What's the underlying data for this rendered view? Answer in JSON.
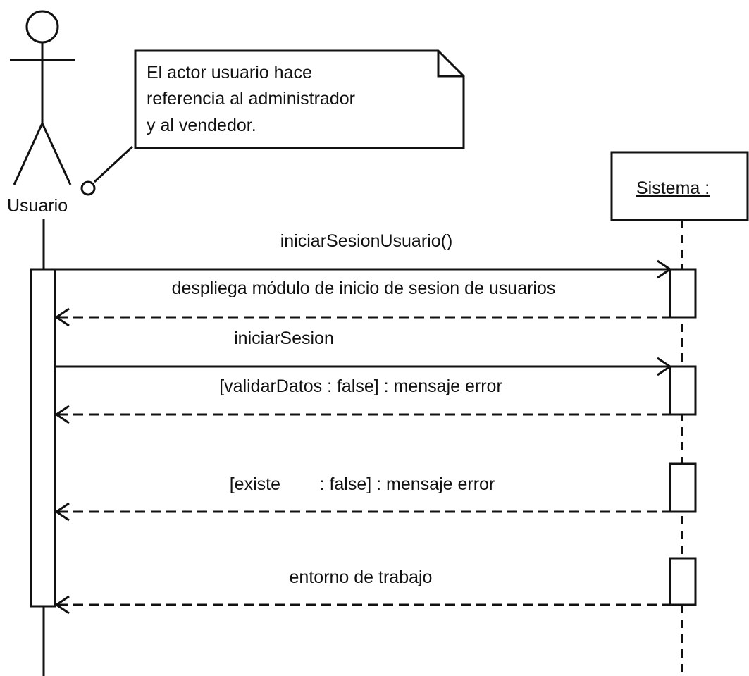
{
  "actor": {
    "name": "Usuario"
  },
  "system": {
    "name": "Sistema :"
  },
  "note": {
    "lines": [
      "El actor usuario hace",
      "referencia al administrador",
      "y al vendedor."
    ]
  },
  "messages": [
    {
      "label": "iniciarSesionUsuario()",
      "kind": "call"
    },
    {
      "label": "despliega módulo de inicio de sesion de usuarios",
      "kind": "return"
    },
    {
      "label": "iniciarSesion",
      "kind": "call"
    },
    {
      "label": "[validarDatos : false] : mensaje error",
      "kind": "return"
    },
    {
      "label": "[existe        : false] : mensaje error",
      "kind": "return"
    },
    {
      "label": "entorno de trabajo",
      "kind": "return"
    }
  ]
}
